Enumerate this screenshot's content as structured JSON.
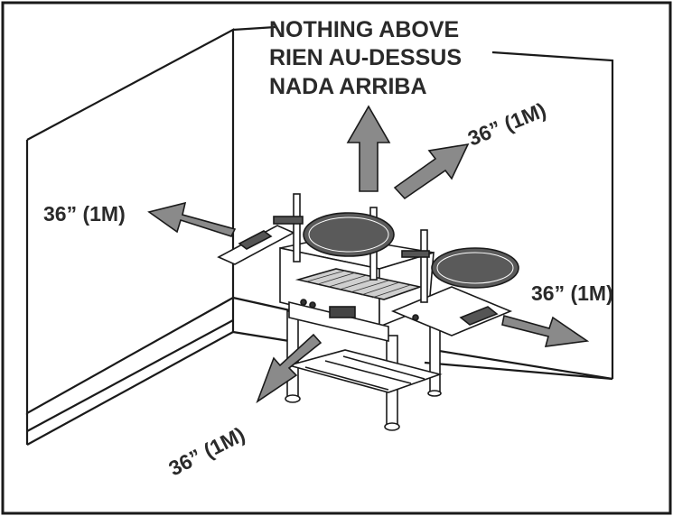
{
  "header": {
    "line1": "NOTHING ABOVE",
    "line2": "RIEN AU-DESSUS",
    "line3": "NADA ARRIBA"
  },
  "clearances": {
    "left": "36” (1M)",
    "back_right": "36” (1M)",
    "right": "36” (1M)",
    "front": "36” (1M)"
  }
}
